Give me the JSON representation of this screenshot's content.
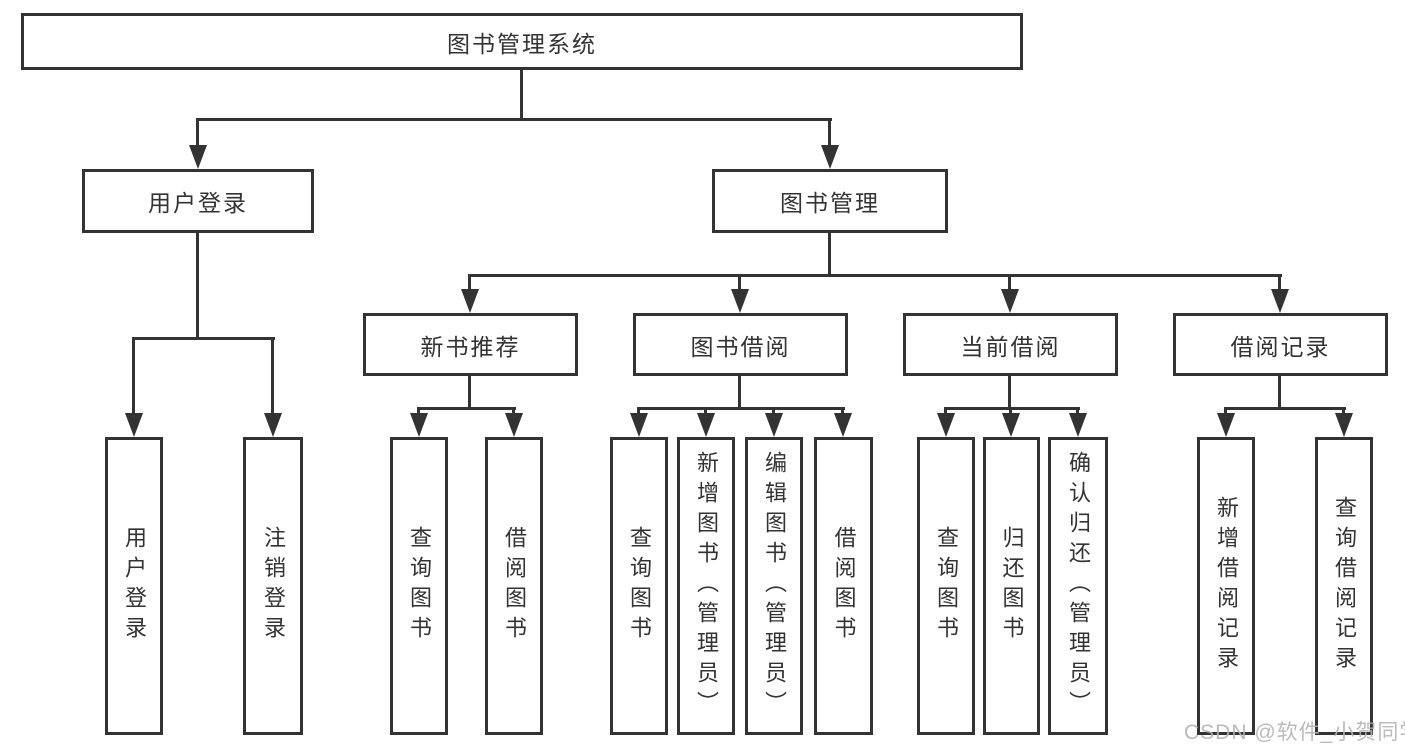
{
  "diagram_title": "图书管理系统",
  "nodes": {
    "root": "图书管理系统",
    "user_login_branch": "用户登录",
    "book_mgmt_branch": "图书管理",
    "modules": [
      "新书推荐",
      "图书借阅",
      "当前借阅",
      "借阅记录"
    ],
    "user_login_children": [
      "用户登录",
      "注销登录"
    ],
    "new_book_children": [
      "查询图书",
      "借阅图书"
    ],
    "book_borrow_children": [
      "查询图书",
      "新增图书（管理员）",
      "编辑图书（管理员）",
      "借阅图书"
    ],
    "current_borrow_children": [
      "查询图书",
      "归还图书",
      "确认归还（管理员）"
    ],
    "borrow_record_children": [
      "新增借阅记录",
      "查询借阅记录"
    ]
  },
  "colors": {
    "line": "#333333",
    "text": "#333333",
    "background": "#ffffff",
    "watermark": "#b4b4b4"
  },
  "watermark": {
    "text": "CSDN @软件_小贺同学"
  }
}
